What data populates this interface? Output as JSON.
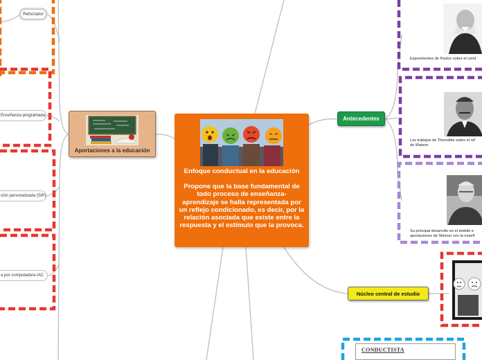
{
  "central": {
    "title": "Enfoque conductual en la educación",
    "body": "Propone que la base fundamental de todo proceso de enseñanza-aprendizaje se halla representada por un reflejo condicionado, es decir, por la relación asociada que existe entre la respuesta y el estímulo que la provoca."
  },
  "aportaciones": {
    "label": "Aportaciones a la educación",
    "items": [
      "Reforzador",
      "Enseñanza programada",
      "ción personalizada (SIP)",
      "a por computadora IAC"
    ]
  },
  "antecedentes": {
    "label": "Antecedentes",
    "items": [
      {
        "caption": "Experimentos de Pavlov sobre el cond"
      },
      {
        "caption": "Los trabajos de Thorndike sobre el ref\nde Watson"
      },
      {
        "caption": "Su principal desarrollo en el ámbito e\naportaciones de Skinner con la enseñ"
      }
    ]
  },
  "nucleo": {
    "label": "Núcleo central de estudio"
  },
  "conductista": {
    "label": "CONDUCTISTA"
  },
  "colors": {
    "central": "#ef6f0c",
    "aportaciones": "#e7b48a",
    "antecedentes": "#1f9a4a",
    "nucleo": "#f3e81a",
    "red_dash": "#e8362f",
    "orange_dash": "#ef6f0c",
    "purple_dash": "#7b3fa3",
    "lavender_dash": "#a48ad3",
    "blue_dash": "#1aa6e0"
  }
}
